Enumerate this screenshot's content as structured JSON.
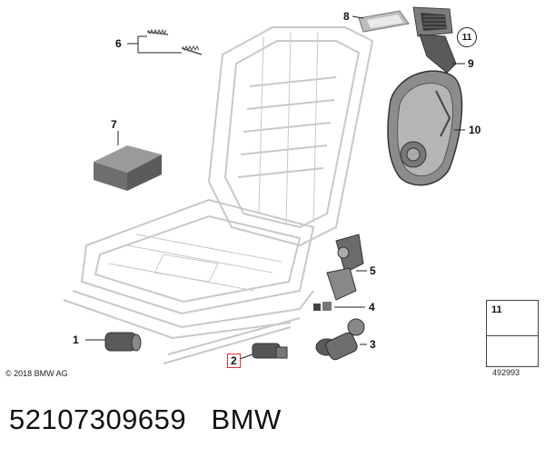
{
  "callouts": {
    "c1": "1",
    "c2": "2",
    "c3": "3",
    "c4": "4",
    "c5": "5",
    "c6": "6",
    "c7": "7",
    "c8": "8",
    "c9": "9",
    "c10": "10",
    "c11": "11"
  },
  "legend": {
    "number": "11"
  },
  "footer": {
    "copyright": "© 2018 BMW AG",
    "image_id": "492993"
  },
  "caption": {
    "part_number": "52107309659",
    "brand": "BMW"
  },
  "colors": {
    "highlight": "#e03030",
    "frame_line": "#c8c8c8",
    "part_dark": "#3a3a3a"
  }
}
